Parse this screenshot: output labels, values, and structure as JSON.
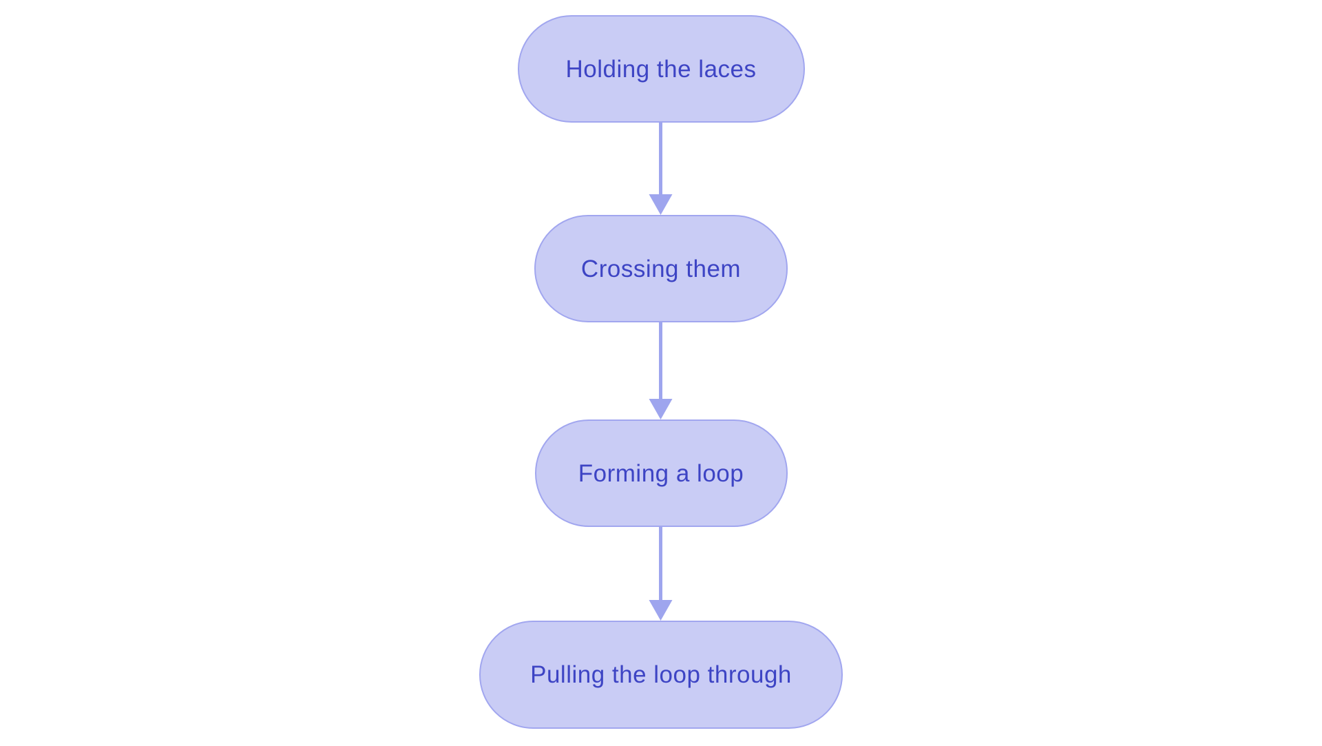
{
  "diagram": {
    "type": "flowchart",
    "direction": "top-down",
    "nodes": [
      {
        "id": "step-1",
        "label": "Holding the laces"
      },
      {
        "id": "step-2",
        "label": "Crossing them"
      },
      {
        "id": "step-3",
        "label": "Forming a loop"
      },
      {
        "id": "step-4",
        "label": "Pulling the loop through"
      }
    ],
    "edges": [
      {
        "from": "Holding the laces",
        "to": "Crossing them"
      },
      {
        "from": "Crossing them",
        "to": "Forming a loop"
      },
      {
        "from": "Forming a loop",
        "to": "Pulling the loop through"
      }
    ],
    "colors": {
      "background": "#ffffff",
      "node_fill": "#c9ccf5",
      "node_border": "#a1a6ef",
      "arrow": "#9ea5ee",
      "text": "#3d44c4"
    }
  }
}
